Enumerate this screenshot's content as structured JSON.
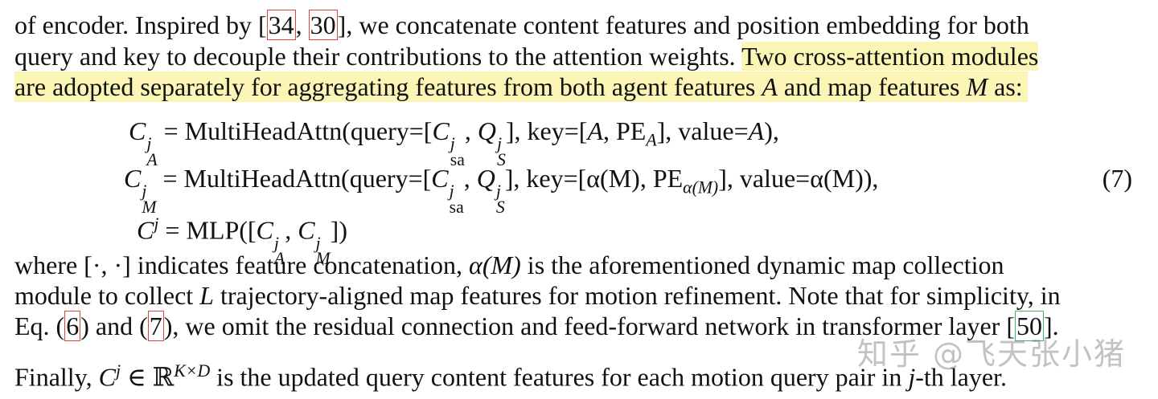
{
  "lines": {
    "l1_a": "of encoder. Inspired by [",
    "l1_cite1": "34",
    "l1_sep": ", ",
    "l1_cite2": "30",
    "l1_b": "], we concatenate content features and position embedding for both",
    "l2_a": "query and key to decouple their contributions to the attention weights. ",
    "l2_hl": "Two cross-attention modules",
    "l3_hl_a": "are adopted separately for aggregating features from both agent features ",
    "l3_A": "A",
    "l3_hl_b": " and map features ",
    "l3_M": "M",
    "l3_hl_c": " as:",
    "l4_a": "where [·, ·] indicates feature concatenation, ",
    "l4_alpha": "α(M)",
    "l4_b": " is the aforementioned dynamic map collection",
    "l5_a": "module to collect ",
    "l5_L": "L",
    "l5_b": " trajectory-aligned map features for motion refinement. Note that for simplicity, in",
    "l6_a": "Eq. (",
    "l6_cite6": "6",
    "l6_b": ") and (",
    "l6_cite7": "7",
    "l6_c": "), we omit the residual connection and feed-forward network in transformer layer [",
    "l6_cite50": "50",
    "l6_d": "].",
    "l7_a": "Finally, ",
    "l7_C": "C",
    "l7_b": " ∈ ℝ",
    "l7_c": " is the updated query content features for each motion query pair in ",
    "l7_j": "j",
    "l7_d": "-th layer."
  },
  "equations": {
    "eq1_lhs": "C",
    "eq1_body_a": " = MultiHeadAttn(query=[",
    "eq1_body_b": ", ",
    "eq1_body_c": "],  key=[",
    "eq1_A": "A",
    "eq1_body_d": ", PE",
    "eq1_body_e": "],  value=",
    "eq1_A2": "A",
    "eq1_body_f": "),",
    "eq2_lhs": "C",
    "eq2_body_a": " = MultiHeadAttn(query=[",
    "eq2_body_b": ", ",
    "eq2_body_c": "],  key=[α(M), PE",
    "eq2_body_d": "],  value=α(M)),",
    "eq3_lhs": "C",
    "eq3_body_a": " = MLP([",
    "eq3_body_b": ", ",
    "eq3_body_c": "])",
    "eq_number": "(7)"
  },
  "symbols": {
    "sup_j": "j",
    "sub_A": "A",
    "sub_M": "M",
    "sub_sa": "sa",
    "sub_S": "S",
    "Q": "Q",
    "C": "C",
    "sub_alphaM": "α(M)",
    "sup_KxD": "K×D"
  },
  "watermark": "知乎 @飞天张小猪"
}
